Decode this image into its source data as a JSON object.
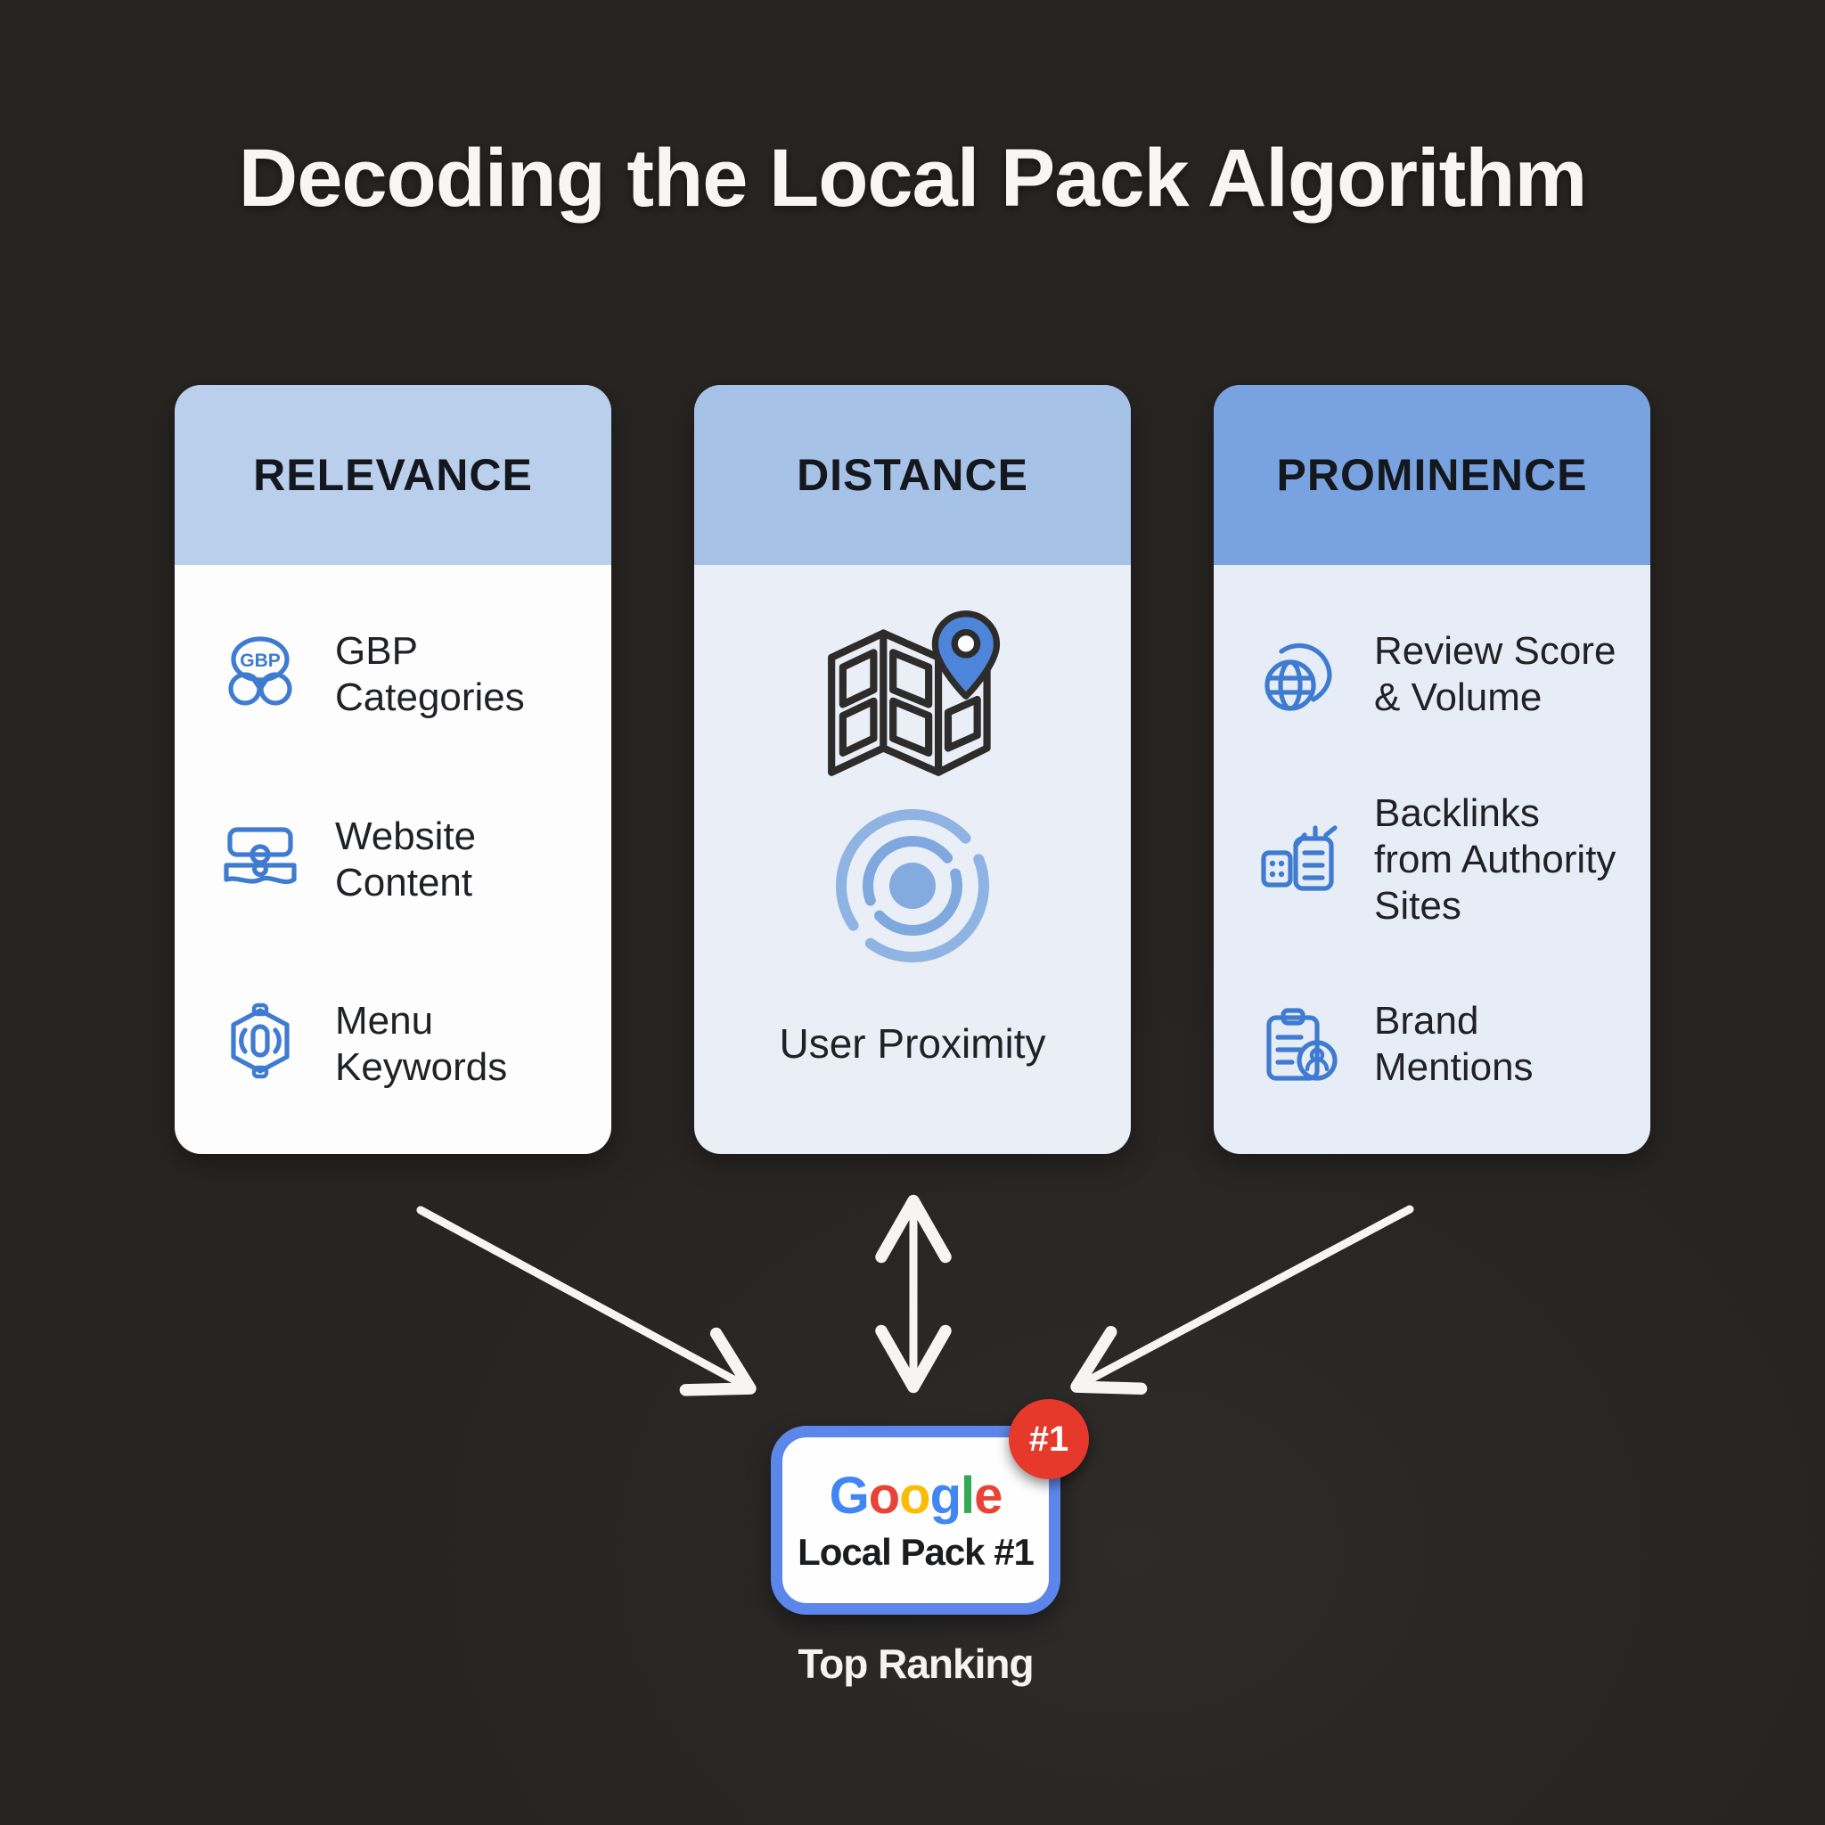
{
  "title": "Decoding the Local Pack Algorithm",
  "colors": {
    "background": "#282524",
    "title_text": "#f7f6f3",
    "relevance_header": "#b9cfec",
    "relevance_body": "#fdfdfd",
    "distance_header": "#a6c2e7",
    "distance_body": "#e9eef7",
    "prominence_header": "#78a3e0",
    "prominence_body": "#e7edf6",
    "icon_blue": "#3f7bd0",
    "map_outline_dark": "#2e2c2a",
    "pin_blue": "#4d85da",
    "arrow_white": "#f6f5f3",
    "result_border_blue": "#5c86ea",
    "badge_red": "#e6382b",
    "google_blue": "#4285F4",
    "google_red": "#EA4335",
    "google_yellow": "#FBBC05",
    "google_green": "#34A853"
  },
  "icons": {
    "gbp_text": "GBP"
  },
  "cards": [
    {
      "header": "RELEVANCE",
      "items": [
        {
          "icon": "gbp-bubble-icon",
          "label": "GBP Categories"
        },
        {
          "icon": "website-content-icon",
          "label": "Website Content"
        },
        {
          "icon": "menu-keywords-icon",
          "label": "Menu Keywords"
        }
      ]
    },
    {
      "header": "DISTANCE",
      "icons": [
        "folded-map-pin-icon",
        "proximity-radar-icon"
      ],
      "caption": "User Proximity"
    },
    {
      "header": "PROMINENCE",
      "items": [
        {
          "icon": "globe-reviews-icon",
          "label": "Review Score & Volume"
        },
        {
          "icon": "backlinks-icon",
          "label": "Backlinks from Authority Sites"
        },
        {
          "icon": "brand-mentions-icon",
          "label": "Brand Mentions"
        }
      ]
    }
  ],
  "result": {
    "logo_letters": [
      "G",
      "o",
      "o",
      "g",
      "l",
      "e"
    ],
    "label": "Local Pack #1",
    "badge": "#1",
    "caption": "Top Ranking"
  }
}
